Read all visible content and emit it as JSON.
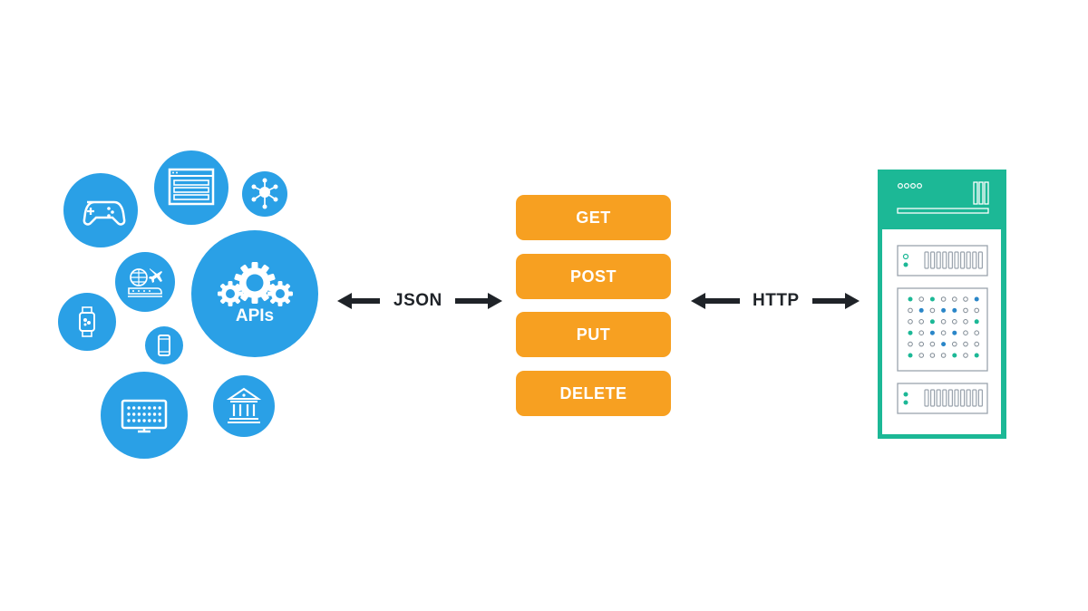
{
  "clients": {
    "api_hub_label": "APIs",
    "icons": [
      "gamepad-icon",
      "browser-window-icon",
      "network-hub-icon",
      "globe-plane-train-icon",
      "smartwatch-icon",
      "smartphone-icon",
      "keyboard-monitor-icon",
      "bank-building-icon",
      "gears-icon"
    ]
  },
  "connections": {
    "client_format_label": "JSON",
    "server_protocol_label": "HTTP"
  },
  "methods": [
    "GET",
    "POST",
    "PUT",
    "DELETE"
  ],
  "colors": {
    "client_blue": "#2aa0e6",
    "method_orange": "#f7a021",
    "server_green": "#1cb896",
    "arrow_dark": "#1f2328"
  }
}
